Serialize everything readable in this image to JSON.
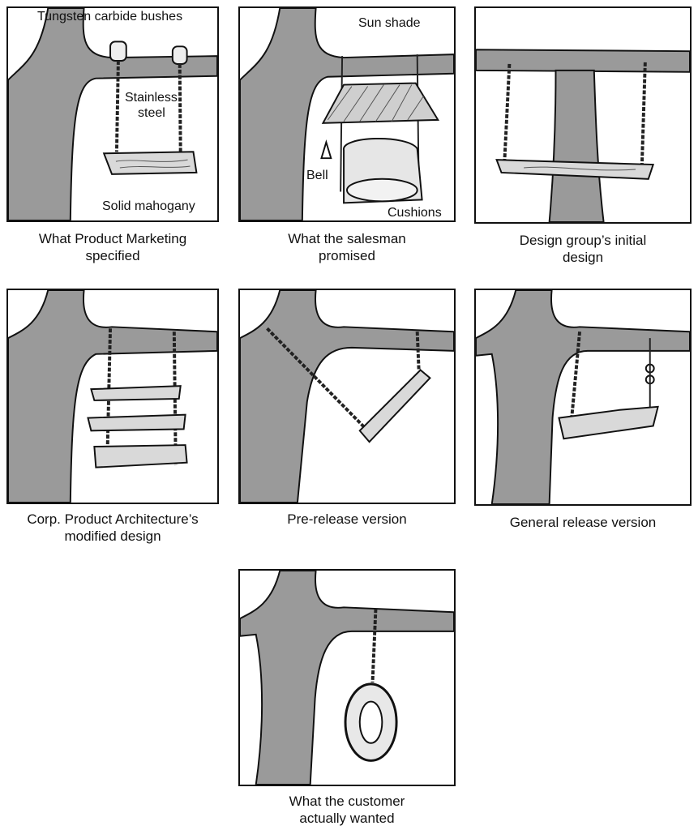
{
  "panels": [
    {
      "caption": [
        "What Product Marketing",
        "specified"
      ],
      "labels": {
        "bushes": "Tungsten carbide bushes",
        "steel": [
          "Stainless",
          "steel"
        ],
        "seat": "Solid mahogany"
      }
    },
    {
      "caption": [
        "What the salesman",
        "promised"
      ],
      "labels": {
        "shade": "Sun shade",
        "bell": "Bell",
        "cushions": "Cushions"
      }
    },
    {
      "caption": [
        "Design group’s initial",
        "design"
      ]
    },
    {
      "caption": [
        "Corp. Product Architecture’s",
        "modified design"
      ]
    },
    {
      "caption": [
        "Pre-release version"
      ]
    },
    {
      "caption": [
        "General release version"
      ]
    },
    {
      "caption": [
        "What the customer",
        "actually wanted"
      ]
    }
  ]
}
